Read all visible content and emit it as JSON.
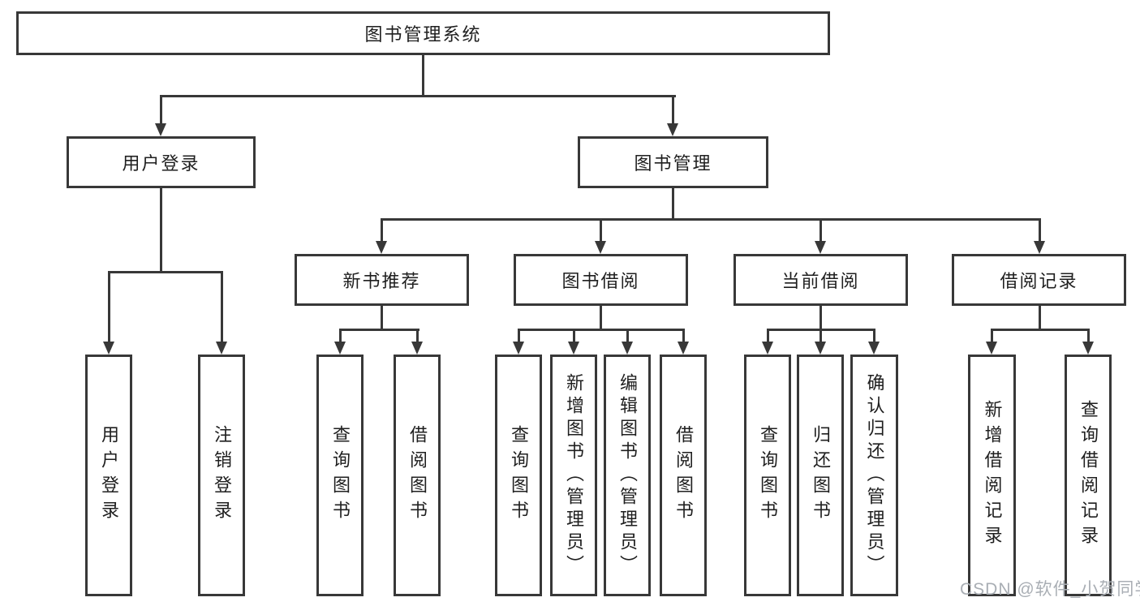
{
  "colors": {
    "line": "#383838",
    "text": "#1f1f1f",
    "watermark": "#a9aeb4",
    "background": "#ffffff"
  },
  "watermark": "CSDN @软件_小贺同学",
  "tree": {
    "root": "图书管理系统",
    "branches": [
      {
        "label": "用户登录",
        "children": [
          "用户登录",
          "注销登录"
        ]
      },
      {
        "label": "图书管理",
        "groups": [
          {
            "label": "新书推荐",
            "children": [
              "查询图书",
              "借阅图书"
            ]
          },
          {
            "label": "图书借阅",
            "children": [
              "查询图书",
              "新增图书（管理员）",
              "编辑图书（管理员）",
              "借阅图书"
            ]
          },
          {
            "label": "当前借阅",
            "children": [
              "查询图书",
              "归还图书",
              "确认归还（管理员）"
            ]
          },
          {
            "label": "借阅记录",
            "children": [
              "新增借阅记录",
              "查询借阅记录"
            ]
          }
        ]
      }
    ]
  }
}
